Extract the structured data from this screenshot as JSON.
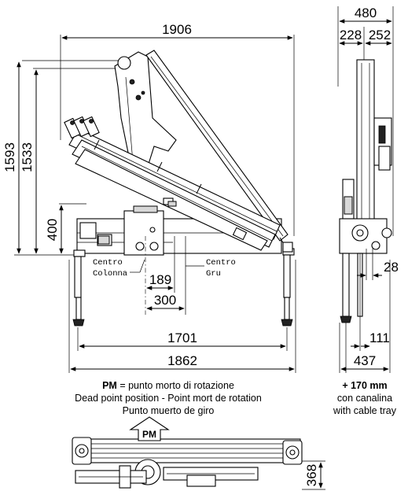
{
  "dimensions": {
    "total_length": "1906",
    "height_max": "1593",
    "height_column": "1533",
    "base_height": "400",
    "column_offset": "189",
    "crane_offset": "300",
    "stabilizer_span": "1701",
    "overall_base_width": "1862",
    "side_width_total": "480",
    "side_width_left": "228",
    "side_width_right": "252",
    "side_offset": "28",
    "side_foot_offset": "111",
    "side_base_width": "437",
    "top_view_width": "368"
  },
  "labels": {
    "centro_colonna_line1": "Centro",
    "centro_colonna_line2": "Colonna",
    "centro_gru_line1": "Centro",
    "centro_gru_line2": "Gru",
    "pm_tag": "PM"
  },
  "caption": {
    "pm_abbr": "PM",
    "pm_it": " = punto morto di rotazione",
    "pm_en_fr": "Dead point position - Point mort de rotation",
    "pm_es": "Punto muerto de giro"
  },
  "side_note": {
    "extra": "+ 170 mm",
    "it": "con canalina",
    "en": "with cable tray"
  }
}
